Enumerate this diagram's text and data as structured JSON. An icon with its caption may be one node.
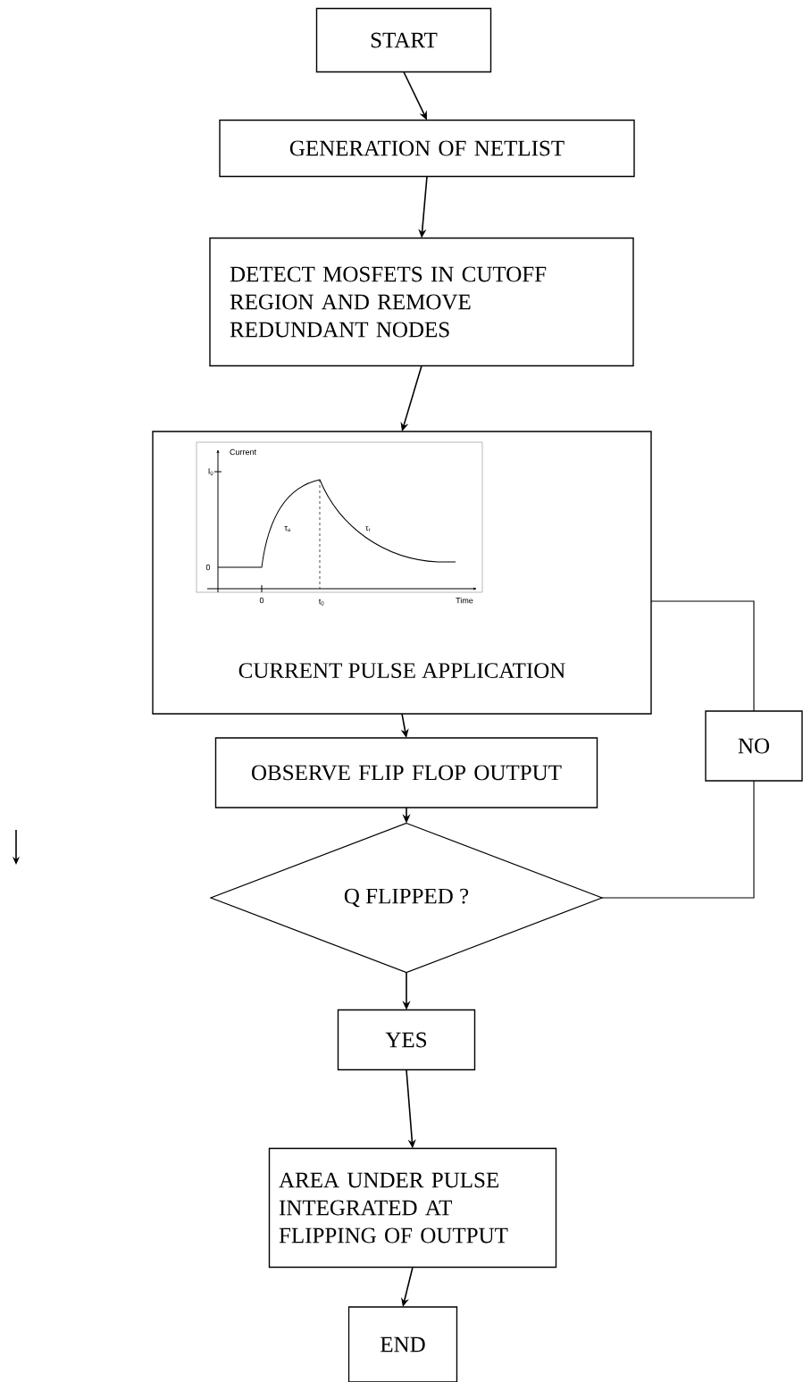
{
  "diagram": {
    "nodes": [
      {
        "text": [
          "START"
        ]
      },
      {
        "text": [
          "GENERATION OF NETLIST"
        ]
      },
      {
        "text": [
          "DETECT MOSFETS IN CUTOFF REGION AND REMOVE REDUNDANT NODES"
        ]
      },
      {
        "text": [
          "CURRENT PULSE APPLICATION"
        ]
      },
      {
        "text": [
          "NO"
        ]
      },
      {
        "text": [
          "OBSERVE FLIP FLOP OUTPUT"
        ]
      },
      {
        "text": [
          "Q  FLIPPED ?"
        ]
      },
      {
        "text": [
          "YES"
        ]
      },
      {
        "text": [
          "AREA UNDER PULSE INTEGRATED AT FLIPPING OF OUTPUT"
        ]
      },
      {
        "text": [
          "END"
        ]
      }
    ],
    "edges": [
      {
        "from": 0,
        "to": 1,
        "arrow": "to"
      },
      {
        "from": 1,
        "to": 2,
        "arrow": "to"
      },
      {
        "from": 2,
        "to": 3,
        "arrow": "to"
      },
      {
        "from": 3,
        "to": 5,
        "arrow": "to"
      },
      {
        "from": 5,
        "to": 6,
        "arrow": "to"
      },
      {
        "from": 6,
        "to": 7,
        "arrow": "to"
      },
      {
        "from": 7,
        "to": 8,
        "arrow": "to"
      },
      {
        "from": 8,
        "to": 9,
        "arrow": "to"
      },
      {
        "from": 6,
        "to": 4,
        "arrow": "none"
      },
      {
        "from": 4,
        "to": 3,
        "arrow": "none"
      }
    ],
    "labels": [
      "Current",
      "I$_{0}$",
      "0",
      "τ$_{a}$",
      "τ$_{r}$",
      "0",
      "t$_{0}$",
      "Time"
    ]
  }
}
